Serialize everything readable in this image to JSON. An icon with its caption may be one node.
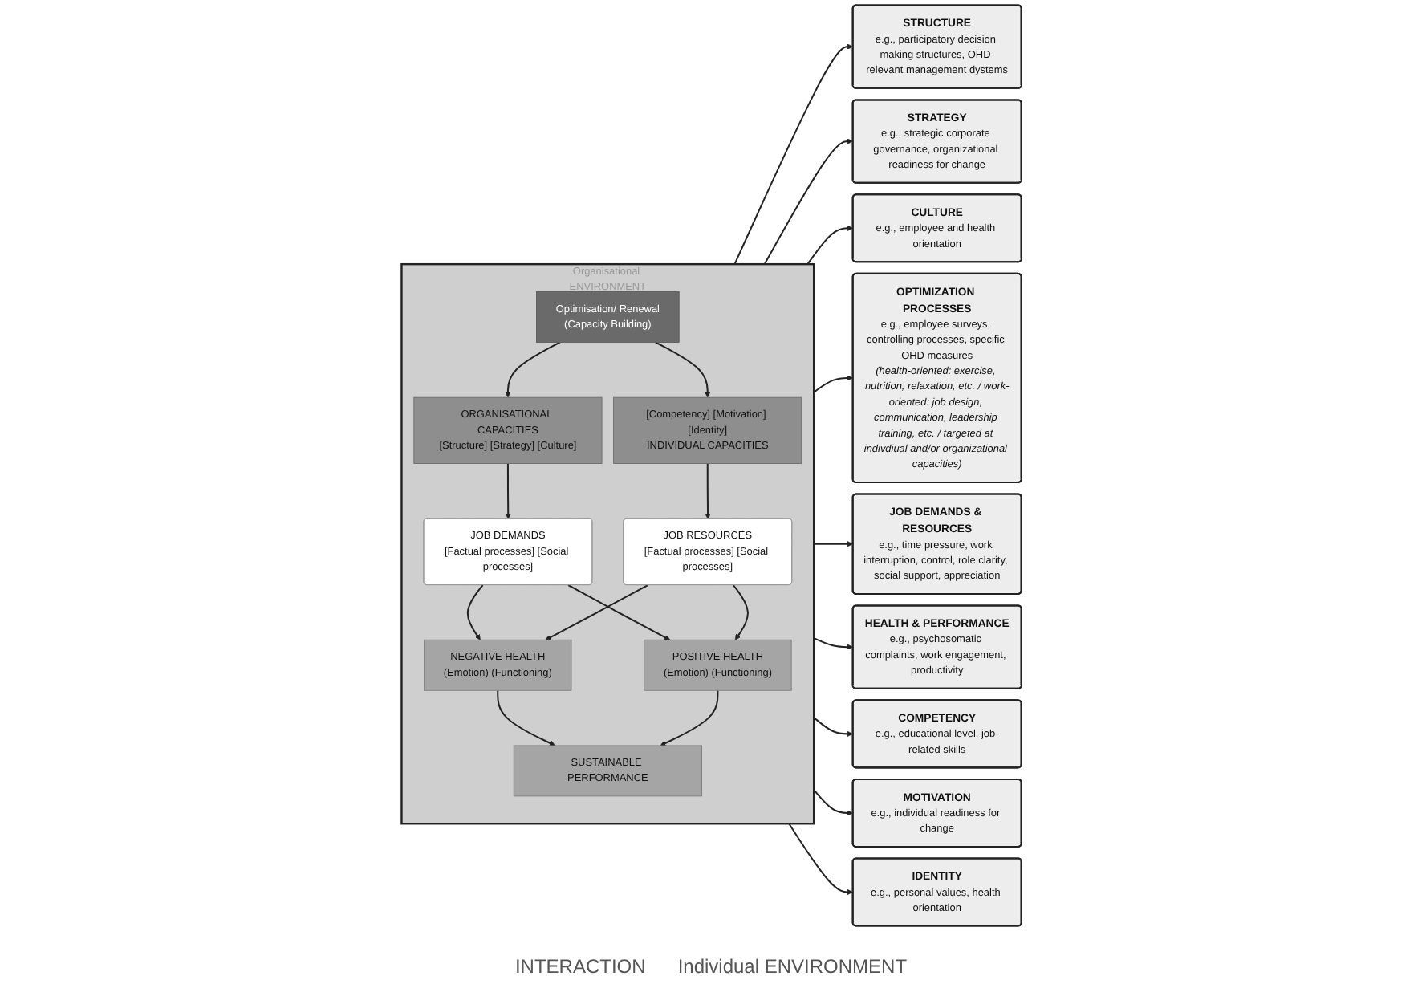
{
  "diagram": {
    "nodes": [
      {
        "text": [
          "STRUCTURE",
          "e.g., participatory decision making structures, OHD-relevant management dystems"
        ]
      },
      {
        "text": [
          "STRATEGY",
          "e.g., strategic corporate governance, organizational readiness for change"
        ]
      },
      {
        "text": [
          "CULTURE",
          "e.g., employee and health orientation"
        ]
      },
      {
        "text": [
          "OPTIMIZATION PROCESSES",
          "e.g., employee surveys, controlling processes, specific OHD measures",
          "(health-oriented: exercise, nutrition, relaxation, etc. / work-oriented: job design, communication, leadership training, etc. / targeted at indivdiual and/or organizational capacities)"
        ]
      },
      {
        "text": [
          "Organisational ENVIRONMENT"
        ]
      },
      {
        "text": [
          "ORGANISATIONAL CAPACITIES",
          "[Structure] [Strategy] [Culture]"
        ],
        "in": 4
      },
      {
        "text": [
          "Optimisation/ Renewal",
          "(Capacity Building)"
        ],
        "in": 4
      },
      {
        "text": [
          "JOB DEMANDS",
          "[Factual processes] [Social processes]"
        ],
        "in": 4
      },
      {
        "text": [
          "JOB RESOURCES",
          "[Factual processes] [Social processes]"
        ],
        "in": 4
      },
      {
        "text": [
          "NEGATIVE HEALTH",
          "(Emotion) (Functioning)"
        ],
        "in": 4
      },
      {
        "text": [
          "POSITIVE HEALTH",
          "(Emotion) (Functioning)"
        ],
        "in": 4
      },
      {
        "text": [
          "SUSTAINABLE PERFORMANCE"
        ],
        "in": 4
      },
      {
        "text": [
          "[Competency] [Motivation] [Identity]",
          "INDIVIDUAL CAPACITIES"
        ],
        "in": 4
      },
      {
        "text": [
          "JOB DEMANDS & RESOURCES",
          "e.g., time pressure, work interruption, control, role clarity, social support, appreciation"
        ]
      },
      {
        "text": [
          "HEALTH & PERFORMANCE",
          "e.g., psychosomatic complaints, work engagement, productivity"
        ]
      },
      {
        "text": [
          "COMPETENCY",
          "e.g., educational level, job-related skills"
        ]
      },
      {
        "text": [
          "MOTIVATION",
          "e.g., individual readiness for change"
        ]
      },
      {
        "text": [
          "IDENTITY",
          "e.g., personal values, health orientation"
        ]
      }
    ],
    "edges": [
      {
        "from": 4,
        "to": 0,
        "arrow": "to"
      },
      {
        "from": 4,
        "to": 1,
        "arrow": "to"
      },
      {
        "from": 4,
        "to": 2,
        "arrow": "to"
      },
      {
        "from": 4,
        "to": 3,
        "arrow": "to"
      },
      {
        "from": 4,
        "to": 13,
        "arrow": "to"
      },
      {
        "from": 4,
        "to": 14,
        "arrow": "to"
      },
      {
        "from": 4,
        "to": 15,
        "arrow": "to"
      },
      {
        "from": 4,
        "to": 16,
        "arrow": "to"
      },
      {
        "from": 4,
        "to": 17,
        "arrow": "to"
      },
      {
        "from": 5,
        "to": 7,
        "arrow": "to"
      },
      {
        "from": 12,
        "to": 8,
        "arrow": "to"
      },
      {
        "from": 6,
        "to": 5,
        "arrow": "to"
      },
      {
        "from": 6,
        "to": 12,
        "arrow": "to"
      },
      {
        "from": 7,
        "to": 9,
        "arrow": "to"
      },
      {
        "from": 7,
        "to": 10,
        "arrow": "to"
      },
      {
        "from": 8,
        "to": 9,
        "arrow": "to"
      },
      {
        "from": 8,
        "to": 10,
        "arrow": "to"
      },
      {
        "from": 9,
        "to": 11,
        "arrow": "to"
      },
      {
        "from": 10,
        "to": 11,
        "arrow": "to"
      }
    ],
    "labels": [
      "INTERACTION",
      "Individual ENVIRONMENT"
    ]
  }
}
